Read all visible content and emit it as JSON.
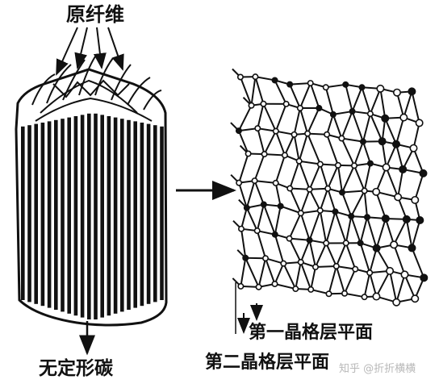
{
  "labels": {
    "precursor_fiber": "原纤维",
    "amorphous_carbon": "无定形碳",
    "first_lattice_plane": "第一晶格层平面",
    "second_lattice_plane": "第二晶格层平面"
  },
  "watermark": "知乎 @折折横横",
  "colors": {
    "ink": "#111111",
    "background": "#ffffff"
  }
}
